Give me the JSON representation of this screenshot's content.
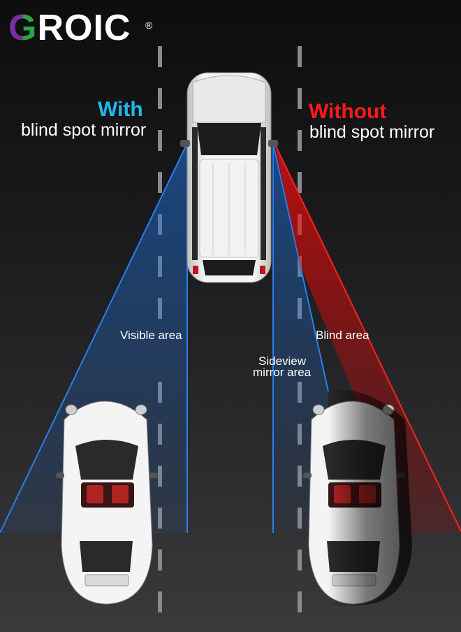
{
  "brand": {
    "logo_first_letter": "G",
    "logo_rest": "ROIC",
    "registered_mark": "®",
    "colors": {
      "logo_g_left": "#7a2ca0",
      "logo_g_right": "#2fa34a"
    }
  },
  "left_panel": {
    "heading": "With",
    "subheading": "blind spot mirror",
    "heading_color": "#1fb8f0"
  },
  "right_panel": {
    "heading": "Without",
    "subheading": "blind spot mirror",
    "heading_color": "#ff1a1a"
  },
  "labels": {
    "visible_area": "Visible area",
    "blind_area": "Blind area",
    "sideview_line1": "Sideview",
    "sideview_line2": "mirror area"
  },
  "colors": {
    "visible_cone": "#1f6fd6",
    "blind_cone": "#e81414",
    "road_dash": "#8a8a8a"
  }
}
